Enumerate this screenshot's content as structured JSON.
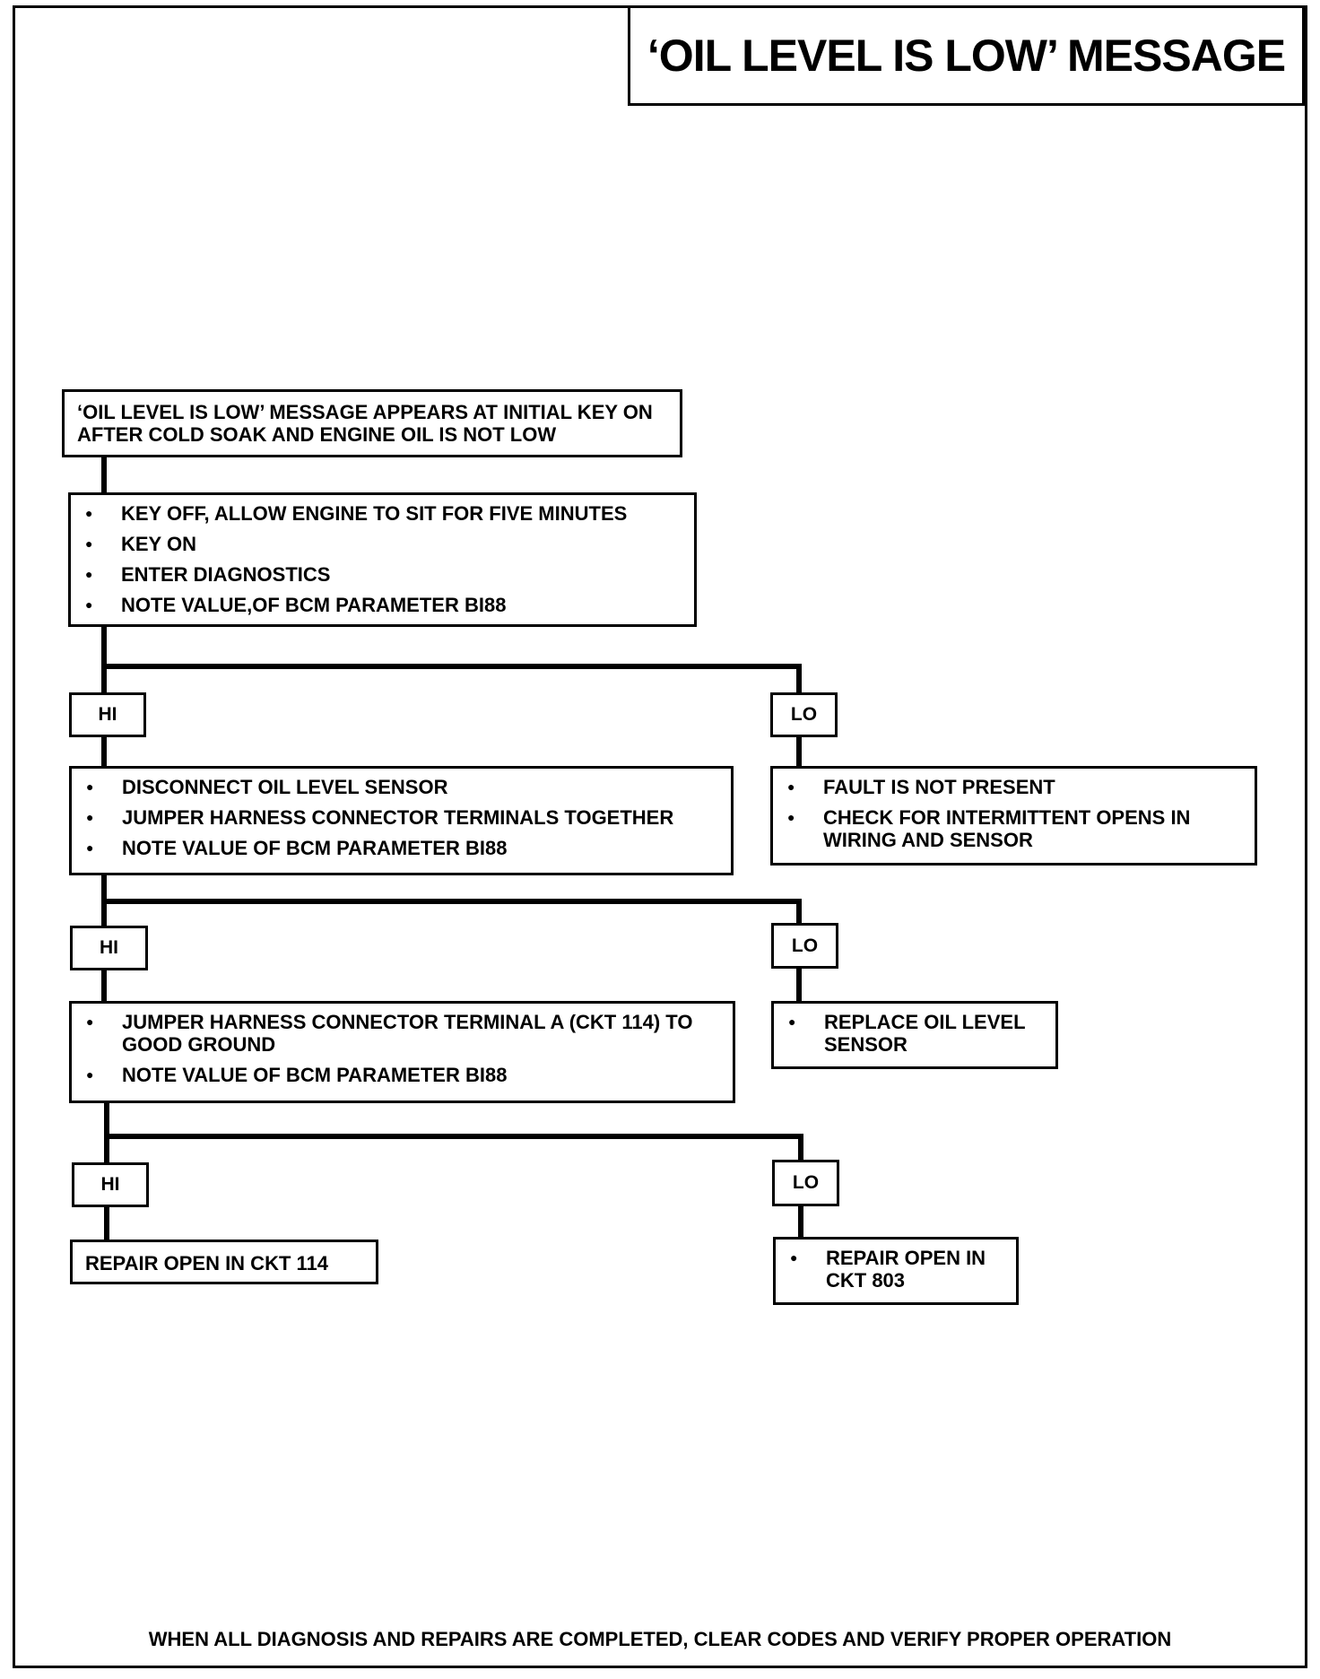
{
  "title": "‘OIL LEVEL IS LOW’ MESSAGE",
  "start": "‘OIL LEVEL IS LOW’ MESSAGE APPEARS AT INITIAL KEY ON AFTER COLD SOAK AND ENGINE OIL IS NOT LOW",
  "step1": [
    "KEY OFF, ALLOW ENGINE TO SIT FOR FIVE MINUTES",
    "KEY ON",
    "ENTER DIAGNOSTICS",
    "NOTE VALUE,OF BCM PARAMETER BI88"
  ],
  "branch1": {
    "hi": "HI",
    "lo": "LO"
  },
  "step2_hi": [
    "DISCONNECT OIL LEVEL SENSOR",
    "JUMPER  HARNESS CONNECTOR TERMINALS TOGETHER",
    "NOTE VALUE OF BCM PARAMETER BI88"
  ],
  "step2_lo": [
    "FAULT IS NOT PRESENT",
    "CHECK FOR INTERMITTENT OPENS IN WIRING AND SENSOR"
  ],
  "branch2": {
    "hi": "HI",
    "lo": "LO"
  },
  "step3_hi": [
    "JUMPER  HARNESS CONNECTOR TERMINAL A (CKT 114) TO GOOD GROUND",
    "NOTE VALUE OF BCM PARAMETER BI88"
  ],
  "step3_lo": [
    "REPLACE OIL LEVEL SENSOR"
  ],
  "branch3": {
    "hi": "HI",
    "lo": "LO"
  },
  "step4_hi": "REPAIR OPEN IN CKT 114",
  "step4_lo": [
    "REPAIR OPEN IN CKT 803"
  ],
  "footer": "WHEN ALL DIAGNOSIS AND REPAIRS ARE COMPLETED, CLEAR CODES AND VERIFY PROPER OPERATION"
}
